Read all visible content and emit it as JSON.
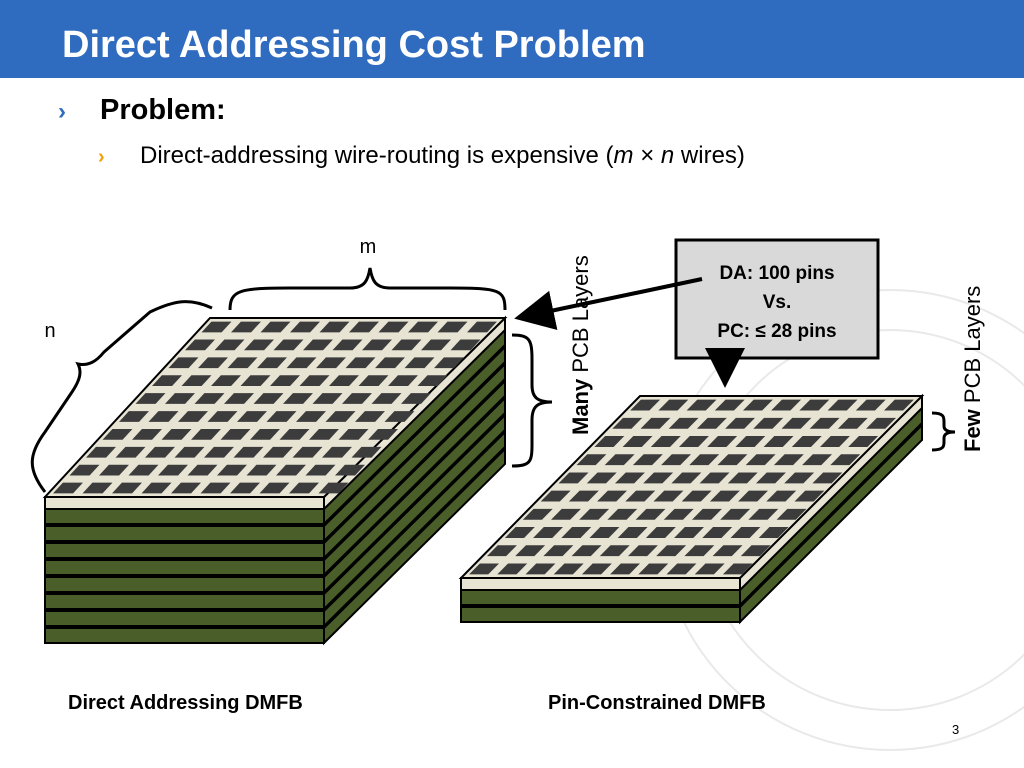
{
  "slide": {
    "title": "Direct Addressing Cost Problem",
    "number": "3",
    "colors": {
      "title_bar": "#2f6cc0",
      "bullet_l1": "#2f6cc0",
      "bullet_l2": "#f0a000",
      "pcb_layer": "#4a5e2a",
      "chip_surface": "#e8e4d4",
      "electrode": "#3c3c3c",
      "callout_box": "#d9d9d9"
    }
  },
  "bullets": {
    "l1": "Problem:",
    "l2_prefix": "Direct-addressing wire-routing is expensive (",
    "l2_m": "m",
    "l2_times": " × ",
    "l2_n": "n",
    "l2_suffix": " wires)"
  },
  "diagram": {
    "label_m": "m",
    "label_n": "n",
    "callout": {
      "line1": "DA: 100 pins",
      "line2": "Vs.",
      "line3": "PC: ≤ 28 pins"
    },
    "many_bold": "Many",
    "many_rest": " PCB Layers",
    "few_bold": "Few",
    "few_rest": " PCB Layers",
    "da_layers": 8,
    "pc_layers": 2,
    "grid_cols": 10,
    "grid_rows": 10
  },
  "captions": {
    "da": "Direct Addressing DMFB",
    "pc": "Pin-Constrained DMFB"
  }
}
